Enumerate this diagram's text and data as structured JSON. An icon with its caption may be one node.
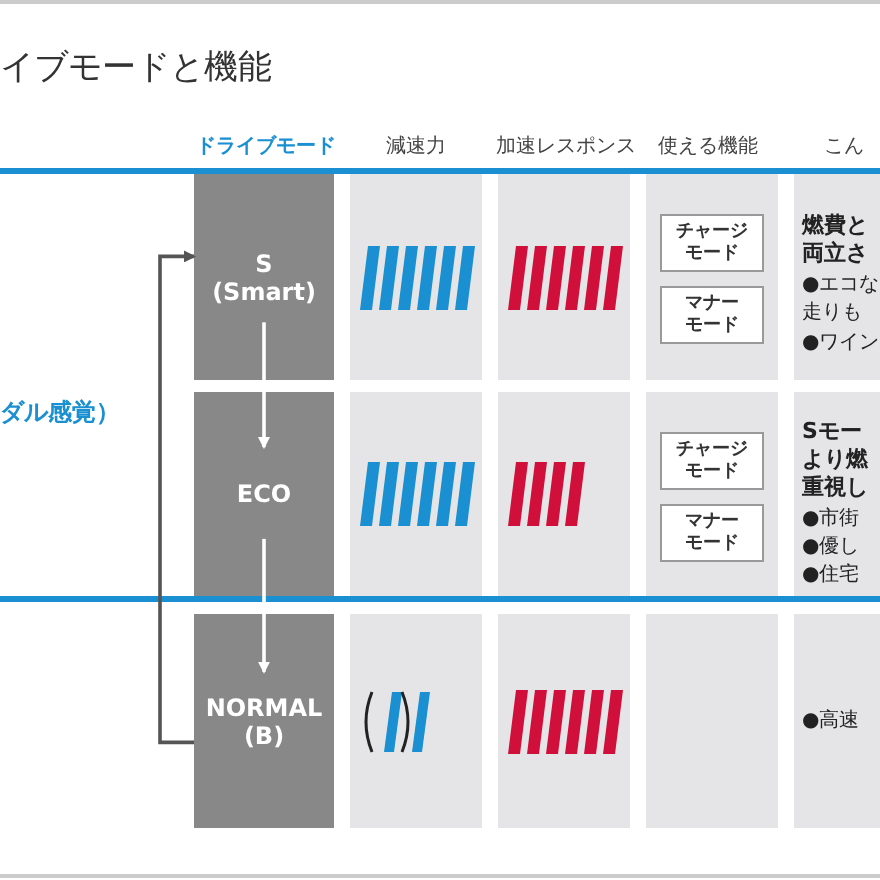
{
  "diagram": {
    "title": "イブモードと機能",
    "nodes": [
      {
        "text": [
          "S (Smart)"
        ]
      },
      {
        "text": [
          "ECO"
        ]
      },
      {
        "text": [
          "NORMAL (B)"
        ]
      },
      {
        "text": [
          "チャージモード"
        ]
      },
      {
        "text": [
          "マナーモード"
        ]
      },
      {
        "text": [
          "チャージモード"
        ]
      },
      {
        "text": [
          "マナーモード"
        ]
      },
      {
        "text": [
          "燃費と",
          "両立さ",
          "●エコな",
          "走りも",
          "●ワイン"
        ]
      },
      {
        "text": [
          "Sモー",
          "より燃",
          "重視し",
          "●市街",
          "●優し",
          "●住宅"
        ]
      },
      {
        "text": [
          "●高速"
        ]
      }
    ],
    "edges": [
      {
        "from": 0,
        "to": 1,
        "arrow": "to"
      },
      {
        "from": 1,
        "to": 2,
        "arrow": "to"
      },
      {
        "from": 2,
        "to": 0,
        "arrow": "to",
        "color": "#555555"
      }
    ],
    "labels": [
      "ドライブモード",
      "減速力",
      "加速レスポンス",
      "使える機能",
      "こん",
      "ダル感覚）"
    ]
  }
}
